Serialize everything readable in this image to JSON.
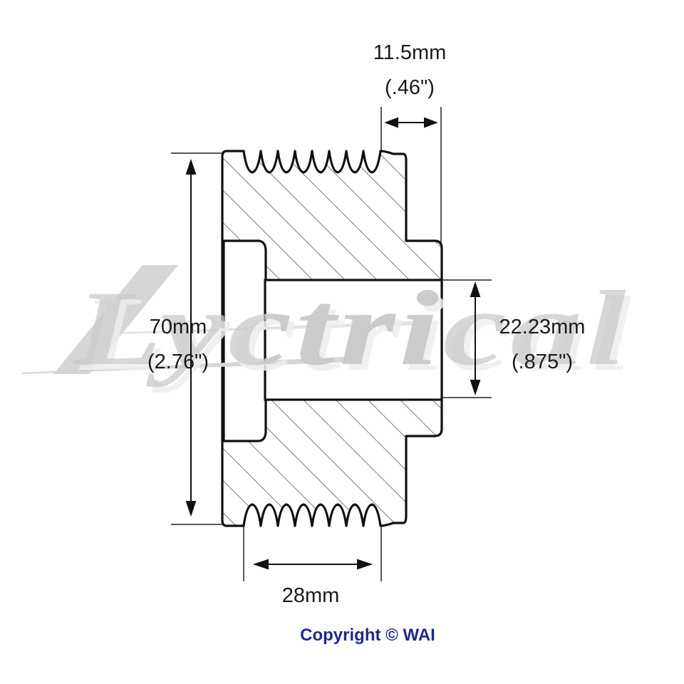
{
  "dimensions": {
    "groove_width": {
      "metric": "11.5mm",
      "imperial": "(.46\")"
    },
    "outer_diameter": {
      "metric": "70mm",
      "imperial": "(2.76\")"
    },
    "bore_diameter": {
      "metric": "22.23mm",
      "imperial": "(.875\")"
    },
    "rib_width": {
      "metric": "28mm"
    }
  },
  "watermark": {
    "text": "Lyctrical"
  },
  "copyright": {
    "text": "Copyright © WAI"
  },
  "colors": {
    "outline": "#111111",
    "hatch": "#333333",
    "watermark_fill": "#c9c9c9",
    "watermark_shadow": "#eeeeee",
    "copyright": "#1e2a8c"
  }
}
